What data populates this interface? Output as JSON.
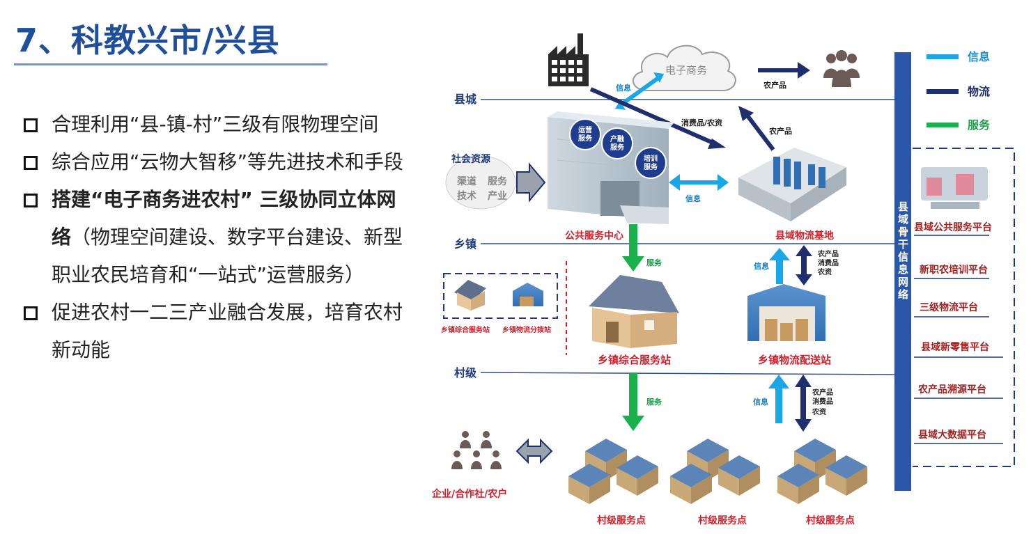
{
  "title": "7、科教兴市/兴县",
  "bullets": [
    {
      "text": "合理利用“县-镇-村”三级有限物理空间"
    },
    {
      "text": "综合应用“云物大智移”等先进技术和手段"
    },
    {
      "bold_a": "搭建“电子商务进农村” 三级协同立体网络",
      "rest": "（物理空间建设、数字平台建设、新型职业农民培育和“一站式”运营服务）"
    },
    {
      "text": "促进农村一二三产业融合发展，培育农村新动能"
    }
  ],
  "diagram": {
    "levels": {
      "county": "县城",
      "town": "乡镇",
      "village": "村级"
    },
    "cloud": "电子商务",
    "social": {
      "title": "社会资源",
      "items": [
        "渠道",
        "服务",
        "技术",
        "产业"
      ]
    },
    "center_badges": [
      "运营服务",
      "产融服务",
      "培训服务"
    ],
    "public_center": "公共服务中心",
    "logistics_base": "县域物流基地",
    "town_station": "乡镇综合服务站",
    "town_logistics": "乡镇物流配送站",
    "small_town_station": "乡镇综合服务站",
    "small_town_logistics": "乡镇物流分拨站",
    "village_points": [
      "村级服务点",
      "村级服务点",
      "村级服务点"
    ],
    "coops": "企业/合作社/农户",
    "arrow_labels": {
      "info": "信息",
      "service": "服务",
      "agri": "农产品",
      "consumer_agri": "消费品/农资",
      "stack": [
        "农产品",
        "消费品",
        "农资"
      ]
    },
    "legend": [
      {
        "label": "信息",
        "color": "#1aa7e8"
      },
      {
        "label": "物流",
        "color": "#1f2f6e"
      },
      {
        "label": "服务",
        "color": "#19b14b"
      }
    ],
    "backbone": "县域骨干信息网络",
    "platforms": [
      "县域公共服务平台",
      "新职农培训平台",
      "三级物流平台",
      "县域新零售平台",
      "农产品溯源平台",
      "县域大数据平台"
    ]
  }
}
